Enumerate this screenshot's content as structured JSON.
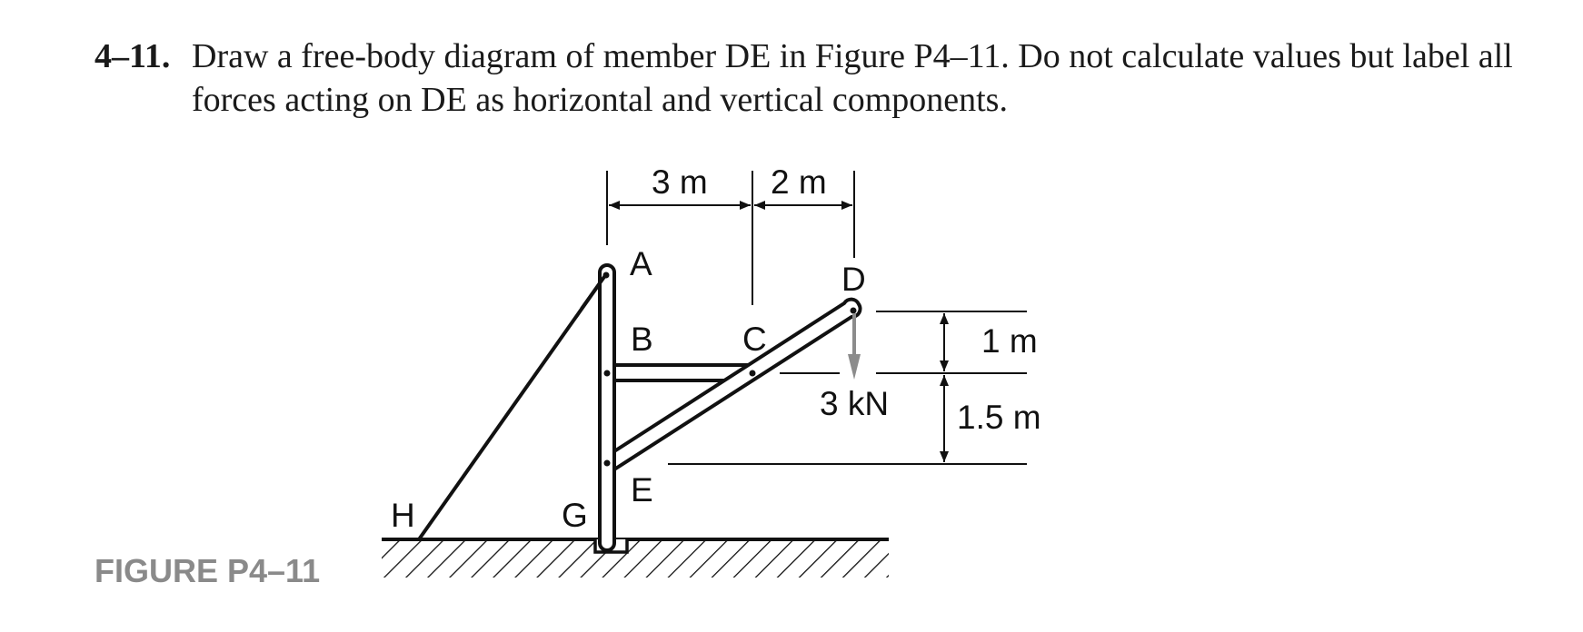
{
  "problem": {
    "number": "4–11.",
    "text": "Draw a free-body diagram of member DE in Figure P4–11. Do not calculate values but label all forces acting on DE as horizontal and vertical components."
  },
  "figure": {
    "caption": "FIGURE P4–11",
    "points": {
      "A": "A",
      "B": "B",
      "C": "C",
      "D": "D",
      "E": "E",
      "G": "G",
      "H": "H"
    },
    "dimensions": {
      "horizontal_AC": "3 m",
      "horizontal_CD": "2 m",
      "vertical_D_to_C": "1 m",
      "vertical_C_to_E": "1.5 m"
    },
    "load": {
      "label": "3 kN",
      "direction": "down",
      "location": "D",
      "color": "#8c8c8c"
    }
  }
}
